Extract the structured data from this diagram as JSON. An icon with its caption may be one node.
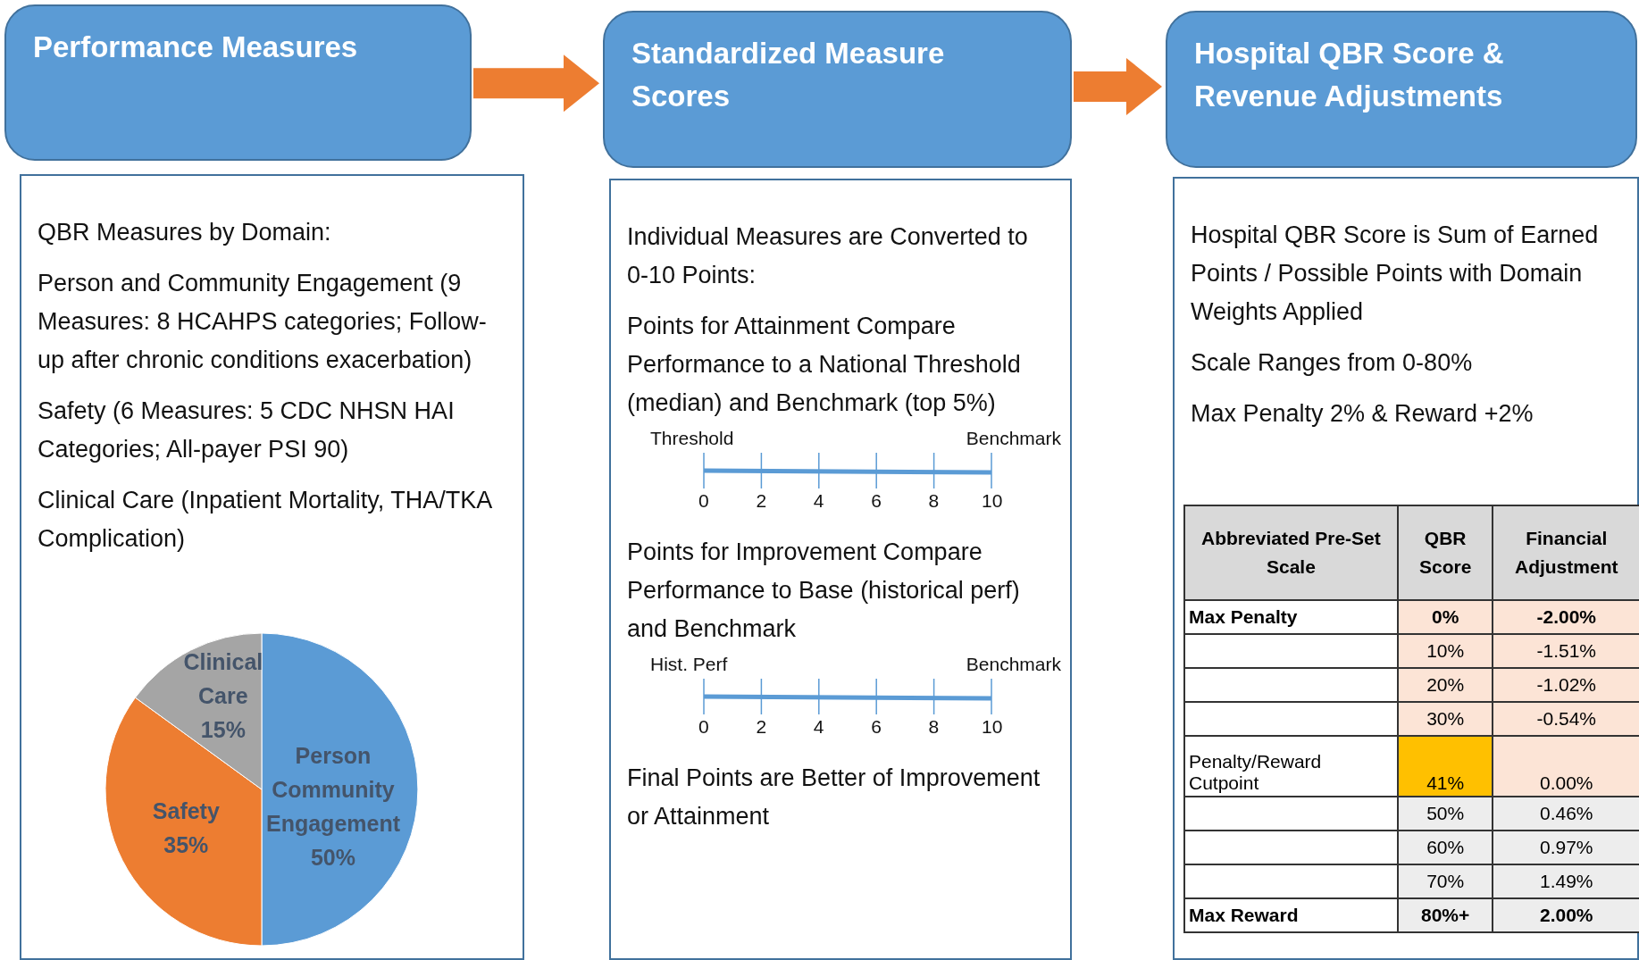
{
  "diagram": {
    "nodes": [
      {
        "text": [
          "Performance Measures"
        ]
      },
      {
        "text": [
          "Standardized Measure Scores"
        ]
      },
      {
        "text": [
          "Hospital QBR Score & Revenue Adjustments"
        ]
      },
      {
        "text": [
          "QBR Measures by Domain:",
          "Person and Community Engagement (9 Measures: 8 HCAHPS categories; Follow-up after chronic conditions exacerbation)",
          "Safety (6 Measures:  5 CDC NHSN HAI Categories; All-payer PSI 90)",
          "Clinical Care (Inpatient Mortality, THA/TKA Complication)"
        ]
      },
      {
        "text": [
          "Individual Measures are Converted to 0-10 Points:",
          "Points for Attainment Compare Performance to a National Threshold (median) and Benchmark (top 5%)",
          "Points for Improvement Compare Performance to Base (historical perf) and Benchmark",
          "Final Points are Better of Improvement or Attainment"
        ]
      },
      {
        "text": [
          "Hospital QBR Score is Sum of Earned Points / Possible Points with Domain Weights Applied",
          "Scale Ranges from 0-80%",
          "Max Penalty 2% & Reward +2%"
        ]
      }
    ],
    "edges": [
      {
        "from": 0,
        "to": 1,
        "arrow": "to"
      },
      {
        "from": 1,
        "to": 2,
        "arrow": "to"
      }
    ],
    "labels": [
      "Threshold",
      "Benchmark",
      "0",
      "2",
      "4",
      "6",
      "8",
      "10",
      "Hist. Perf",
      "Benchmark",
      "0",
      "2",
      "4",
      "6",
      "8",
      "10",
      "Abbreviated Pre-Set Scale",
      "QBR Score",
      "Financial Adjustment",
      "Max Penalty",
      "0%",
      "-2.00%",
      "10%",
      "-1.51%",
      "20%",
      "-1.02%",
      "30%",
      "-0.54%",
      "Penalty/Reward Cutpoint",
      "41%",
      "0.00%",
      "50%",
      "0.46%",
      "60%",
      "0.97%",
      "70%",
      "1.49%",
      "Max Reward",
      "80%+",
      "2.00%"
    ],
    "chart_data": {
      "type": "pie",
      "categories": [
        "Person Community Engagement",
        "Safety",
        "Clinical Care"
      ],
      "values": [
        50,
        35,
        15
      ],
      "colors": [
        "#5b9bd5",
        "#ed7d31",
        "#a5a5a5"
      ],
      "value_labels": [
        "50%",
        "35%",
        "15%"
      ]
    }
  }
}
